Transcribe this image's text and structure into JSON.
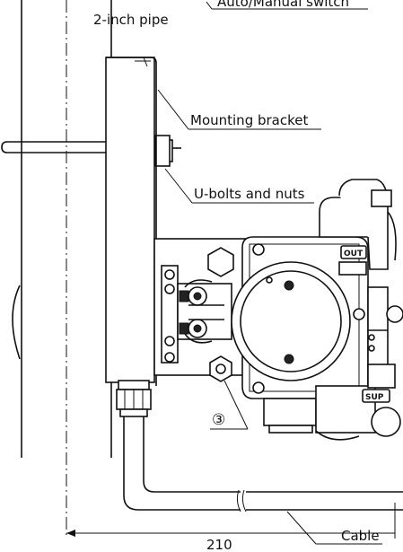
{
  "labels": {
    "auto_manual_switch": "Auto/Manual switch",
    "pipe": "2-inch pipe",
    "mounting_bracket": "Mounting bracket",
    "u_bolts": "U-bolts and nuts",
    "port_out": "OUT",
    "port_sup": "SUP",
    "callout_number": "③",
    "dimension": "210",
    "cable": "Cable"
  }
}
